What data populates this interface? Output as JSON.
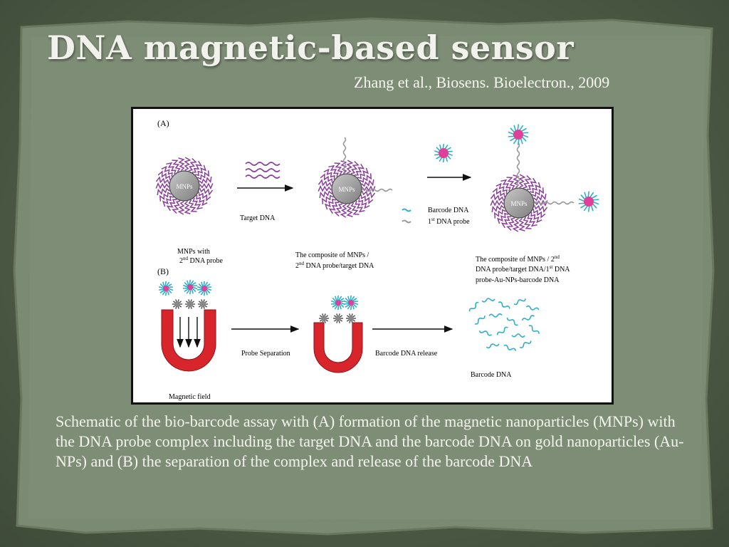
{
  "slide": {
    "title": "DNA magnetic-based sensor",
    "citation": "Zhang et al., Biosens. Bioelectron., 2009",
    "caption": "Schematic of the bio-barcode assay with (A) formation of the magnetic nanoparticles (MNPs) with the DNA probe complex including the target DNA and the barcode DNA on gold nanoparticles (Au-NPs) and (B) the separation of the complex and release of the barcode DNA"
  },
  "figure": {
    "panel_a_label": "(A)",
    "panel_b_label": "(B)",
    "mnp_label": "MNPs",
    "mnp_label_3": "MNPs",
    "target_dna": "Target DNA",
    "barcode_legend": "Barcode DNA",
    "probe_legend_num": "1",
    "probe_legend_sup": "st",
    "probe_legend_rest": " DNA probe",
    "mnps_with_line1": "MNPs with",
    "mnps_with_line2_num": "2",
    "mnps_with_line2_sup": "nd",
    "mnps_with_line2_rest": " DNA probe",
    "composite1_line1": "The composite of MNPs /",
    "composite1_line2_num": "2",
    "composite1_line2_sup": "nd",
    "composite1_line2_rest": " DNA probe/target DNA",
    "composite2_line1_a": "The composite of MNPs / 2",
    "composite2_line1_sup": "nd",
    "composite2_line2_a": "DNA probe/target DNA/1",
    "composite2_line2_sup": "st",
    "composite2_line2_b": " DNA",
    "composite2_line3": "probe-Au-NPs-barcode DNA",
    "probe_separation": "Probe Separation",
    "barcode_release": "Barcode DNA release",
    "barcode_dna": "Barcode DNA",
    "magnetic_field": "Magnetic field"
  },
  "colors": {
    "background": "#4c5a45",
    "paper": "#7c8a73",
    "probe_wave": "#8a3f9a",
    "barcode_cyan": "#2fb0c8",
    "au_core": "#e0409a",
    "magnet_red": "#d8252b"
  }
}
